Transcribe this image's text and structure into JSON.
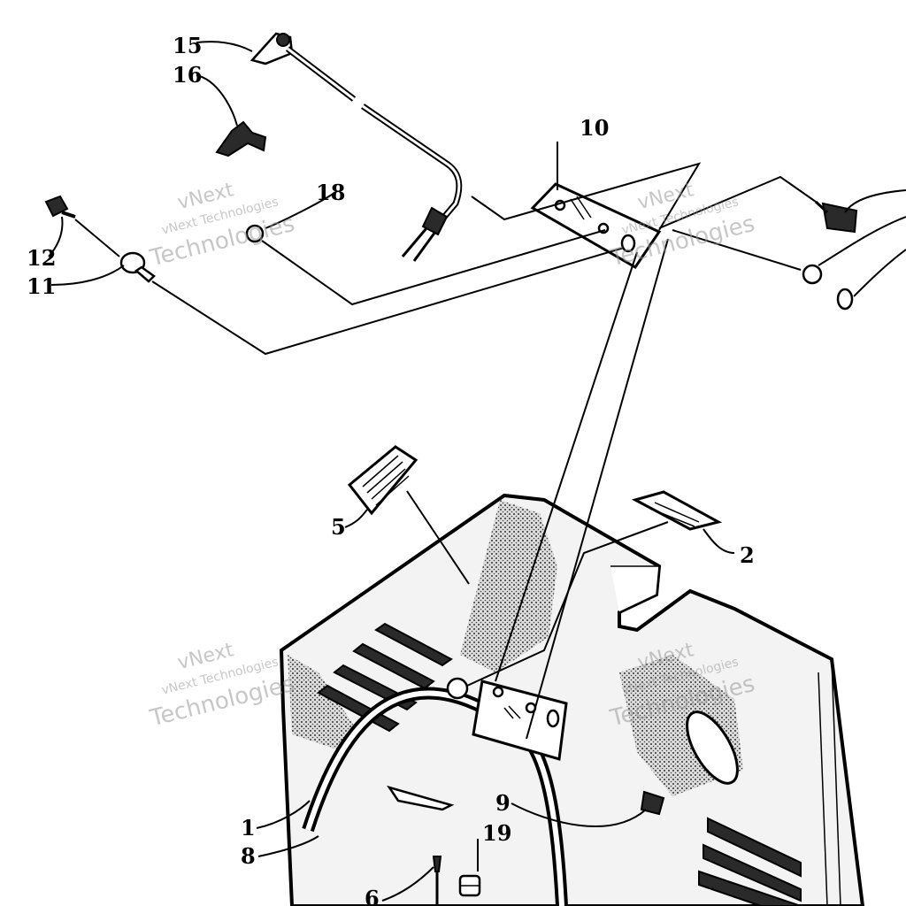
{
  "diagram": {
    "callouts": [
      "1",
      "2",
      "5",
      "6",
      "8",
      "9",
      "10",
      "11",
      "12",
      "15",
      "16",
      "18",
      "19"
    ]
  },
  "watermark": {
    "line1": "vNext",
    "line2": "vNext Technologies",
    "line3": "Technologies"
  }
}
